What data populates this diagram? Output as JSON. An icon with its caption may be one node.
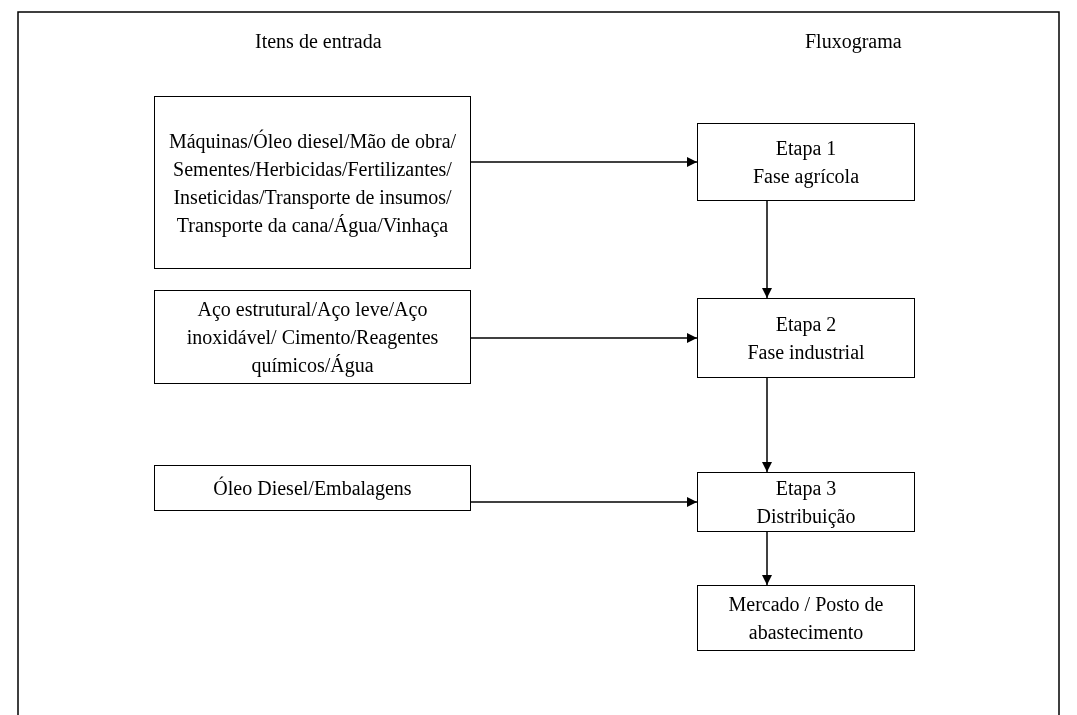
{
  "diagram": {
    "nodes": [
      {
        "text": [
          "Máquinas/Óleo diesel/Mão de obra/ Sementes/Herbicidas/Fertilizantes/ Inseticidas/Transporte de insumos/ Transporte da cana/Água/Vinhaça"
        ]
      },
      {
        "text": [
          "Etapa 1",
          "Fase agrícola"
        ]
      },
      {
        "text": [
          "Aço estrutural/Aço leve/Aço inoxidável/ Cimento/Reagentes químicos/Água"
        ]
      },
      {
        "text": [
          "Etapa 2",
          "Fase industrial"
        ]
      },
      {
        "text": [
          "Óleo Diesel/Embalagens"
        ]
      },
      {
        "text": [
          "Etapa 3",
          "Distribuição"
        ]
      },
      {
        "text": [
          "Mercado / Posto de abastecimento"
        ]
      }
    ],
    "edges": [
      {
        "from": 0,
        "to": 1,
        "arrow": "to"
      },
      {
        "from": 1,
        "to": 3,
        "arrow": "to"
      },
      {
        "from": 2,
        "to": 3,
        "arrow": "to"
      },
      {
        "from": 3,
        "to": 5,
        "arrow": "to"
      },
      {
        "from": 4,
        "to": 5,
        "arrow": "to"
      },
      {
        "from": 5,
        "to": 6,
        "arrow": "to"
      }
    ],
    "labels": [
      "Itens de entrada",
      "Fluxograma"
    ]
  }
}
